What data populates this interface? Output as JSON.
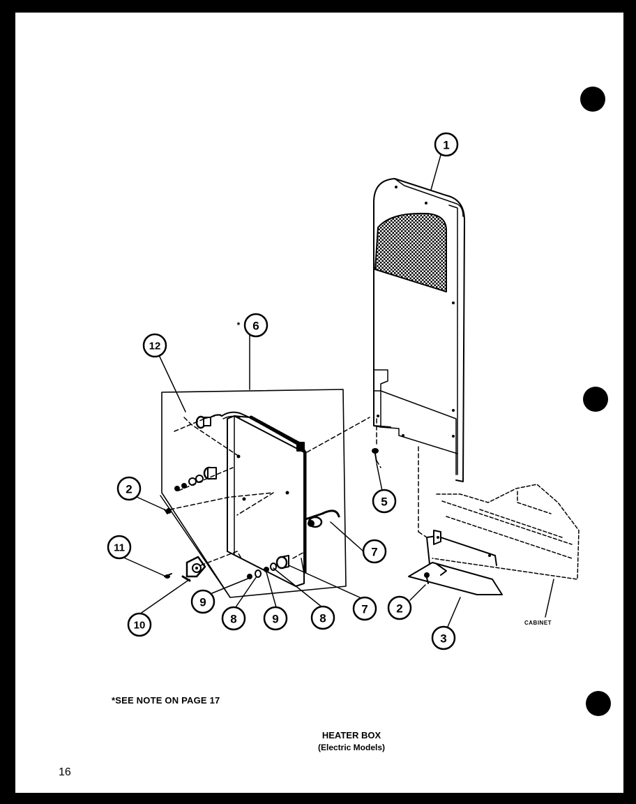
{
  "title": "HEATER BOX",
  "subtitle": "(Electric Models)",
  "note": "*SEE NOTE ON PAGE 17",
  "page_number": "16",
  "cabinet_label": "CABINET",
  "callouts": {
    "c1": "1",
    "c2a": "2",
    "c2b": "2",
    "c3": "3",
    "c5": "5",
    "c6": "6",
    "c6_star": "*",
    "c7a": "7",
    "c7b": "7",
    "c8a": "8",
    "c8b": "8",
    "c9a": "9",
    "c9b": "9",
    "c10": "10",
    "c11": "11",
    "c12": "12"
  }
}
